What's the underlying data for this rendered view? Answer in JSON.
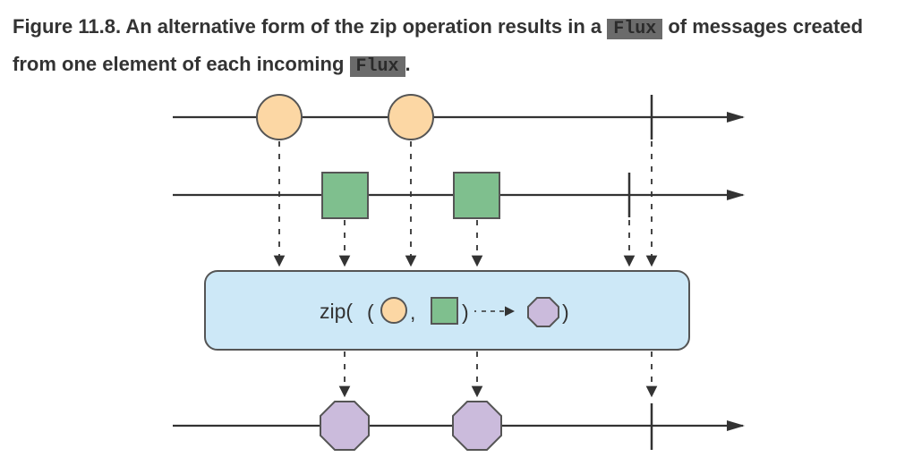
{
  "caption": {
    "prefix": "Figure 11.8. An alternative form of the zip operation results in a ",
    "code1": "Flux",
    "middle": " of messages created from one element of each incoming ",
    "code2": "Flux",
    "suffix": "."
  },
  "diagram": {
    "input_flux_1": {
      "element_shape": "circle",
      "element_count": 2,
      "fill": "#fcd7a4"
    },
    "input_flux_2": {
      "element_shape": "square",
      "element_count": 2,
      "fill": "#7fbf8e"
    },
    "operator": {
      "label": "zip(",
      "fill": "#cde8f7",
      "result_shape": "octagon"
    },
    "output_flux": {
      "element_shape": "octagon",
      "element_count": 2,
      "fill": "#cbbbdc"
    }
  }
}
